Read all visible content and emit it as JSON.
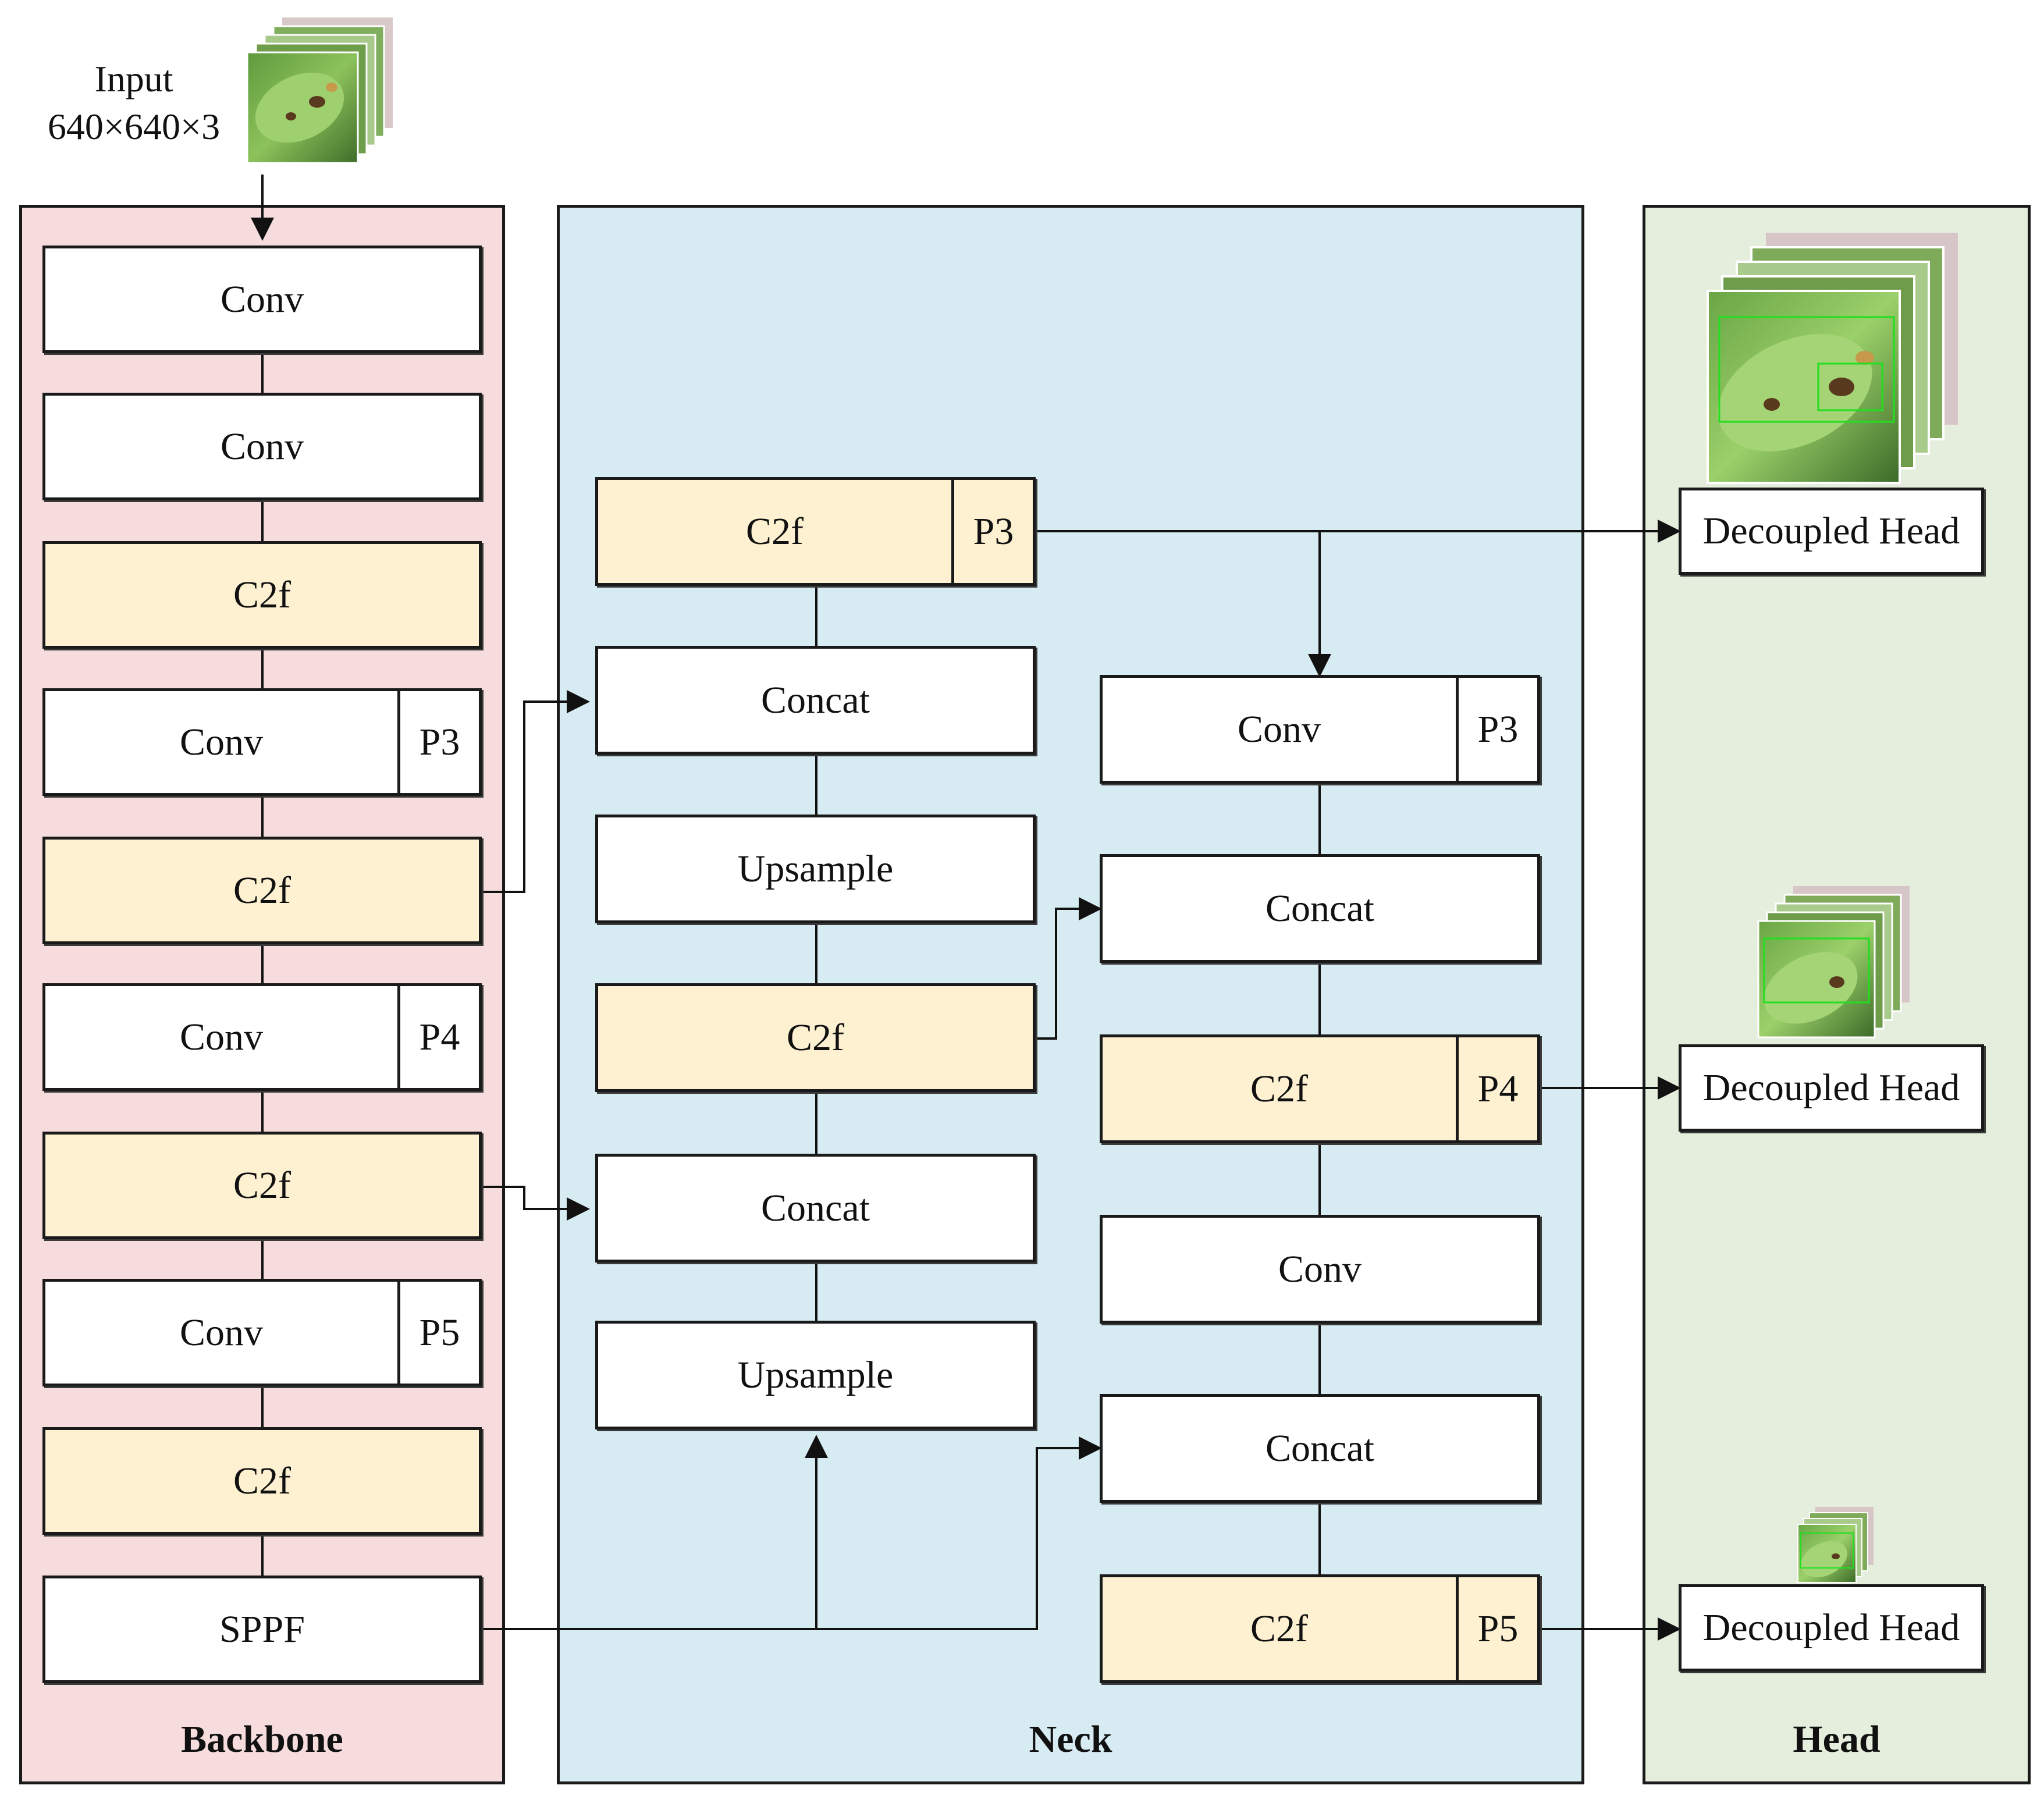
{
  "input": {
    "title": "Input",
    "dims": "640×640×3"
  },
  "panels": {
    "backbone": "Backbone",
    "neck": "Neck",
    "head": "Head"
  },
  "backbone": {
    "conv1": "Conv",
    "conv2": "Conv",
    "c2f1": "C2f",
    "conv3": "Conv",
    "conv3_tag": "P3",
    "c2f2": "C2f",
    "conv4": "Conv",
    "conv4_tag": "P4",
    "c2f3": "C2f",
    "conv5": "Conv",
    "conv5_tag": "P5",
    "c2f4": "C2f",
    "sppf": "SPPF"
  },
  "neck_left": {
    "c2f_top": "C2f",
    "c2f_top_tag": "P3",
    "concat1": "Concat",
    "upsample1": "Upsample",
    "c2f_mid": "C2f",
    "concat2": "Concat",
    "upsample2": "Upsample"
  },
  "neck_right": {
    "conv1": "Conv",
    "conv1_tag": "P3",
    "concat1": "Concat",
    "c2f1": "C2f",
    "c2f1_tag": "P4",
    "conv2": "Conv",
    "concat2": "Concat",
    "c2f2": "C2f",
    "c2f2_tag": "P5"
  },
  "head": {
    "head1": "Decoupled Head",
    "head2": "Decoupled Head",
    "head3": "Decoupled Head"
  },
  "colors": {
    "backbone_bg": "#f6dcdc",
    "neck_bg": "#d6ecf2",
    "head_bg": "#e5eedc",
    "c2f_fill": "#fdf1d2"
  },
  "icons": [
    "leaf-image-stack-icon",
    "detection-image-stack-icon"
  ]
}
